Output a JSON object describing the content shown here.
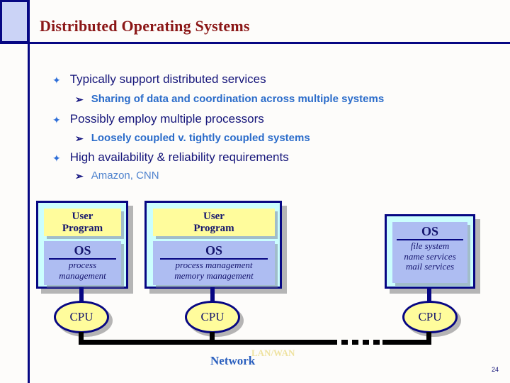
{
  "slide": {
    "title": "Distributed Operating Systems",
    "page_number": "24"
  },
  "icons": {
    "diamond_bullet": "✦",
    "arrow_bullet": "➢"
  },
  "colors": {
    "accent_navy": "#070783",
    "title_red": "#8B1717",
    "bullet_text_navy": "#15157A",
    "sub_bullet_blue": "#2B6CCA",
    "sub_bullet_light_blue": "#4F83CE",
    "box_cyan": "#CBFEFE",
    "box_periwinkle": "#AEBDF2",
    "box_yellow": "#FFFC9C",
    "network_blue": "#2A5FBE",
    "lanwan_pale_yellow": "#EFE3A2"
  },
  "bullets": {
    "items": [
      {
        "text": "Typically support distributed services"
      },
      {
        "text": "Possibly employ multiple processors"
      },
      {
        "text": "High availability & reliability requirements"
      }
    ],
    "subitems": [
      {
        "text": "Sharing of data and coordination across multiple systems"
      },
      {
        "text": "Loosely coupled v. tightly coupled systems"
      },
      {
        "text": "Amazon, CNN"
      }
    ]
  },
  "diagram": {
    "machines": [
      {
        "user_program": "User\nProgram",
        "os_title": "OS",
        "services": [
          "process",
          "management"
        ],
        "cpu_label": "CPU"
      },
      {
        "user_program": "User\nProgram",
        "os_title": "OS",
        "services": [
          "process management",
          "memory management"
        ],
        "cpu_label": "CPU"
      },
      {
        "os_title": "OS",
        "services": [
          "file system",
          "name services",
          "mail services"
        ],
        "cpu_label": "CPU"
      }
    ],
    "network_label": "Network",
    "lanwan_label": "LAN/WAN"
  }
}
